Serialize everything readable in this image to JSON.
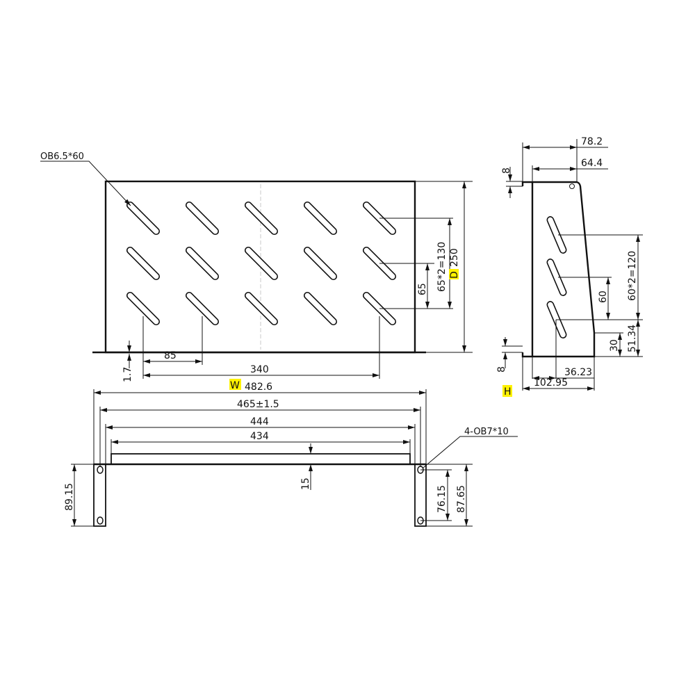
{
  "top_view": {
    "slot_callout": "OB6.5*60",
    "dim_pitch_x": "85",
    "dim_span_x": "340",
    "dim_flange": "1.7",
    "dim_pitch_y": "65",
    "dim_span_y": "65*2=130",
    "depth_marker": "D",
    "depth_value": "250",
    "slot_columns": 5,
    "slot_rows": 3
  },
  "side_view": {
    "dim_top_total": "78.2",
    "dim_top_inner": "64.4",
    "dim_lip_top": "8",
    "dim_lip_bottom": "8",
    "dim_span_y": "60*2=120",
    "dim_pitch_y": "60",
    "dim_bottom_offset": "51.34",
    "dim_bottom_edge": "30",
    "dim_slot_x": "36.23",
    "dim_bottom_total": "102.95",
    "height_marker": "H"
  },
  "front_view": {
    "width_marker": "W",
    "width_value": "482.6",
    "dim_hole_span": "465±1.5",
    "dim_inner": "444",
    "dim_raised": "434",
    "dim_raise_height": "15",
    "dim_ear_height": "89.15",
    "dim_hole_pitch": "76.15",
    "dim_right_height": "87.65",
    "hole_callout": "4-OB7*10"
  },
  "colors": {
    "highlight": "#fff200",
    "line": "#111111"
  }
}
